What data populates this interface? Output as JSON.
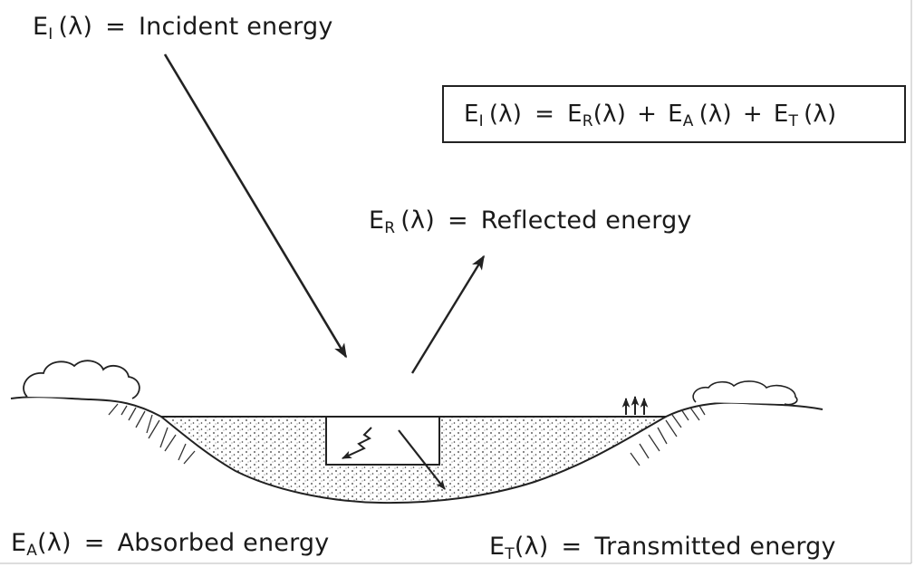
{
  "energy_symbol": "E",
  "lambda_arg": "(λ)",
  "equals": "=",
  "plus": "+",
  "labels": {
    "incident": {
      "sub": "I",
      "text": "Incident energy"
    },
    "reflected": {
      "sub": "R",
      "text": "Reflected energy"
    },
    "absorbed": {
      "sub": "A",
      "text": "Absorbed energy"
    },
    "transmitted": {
      "sub": "T",
      "text": "Transmitted energy"
    }
  },
  "equation": {
    "lhs_sub": "I",
    "terms": [
      "R",
      "A",
      "T"
    ]
  }
}
